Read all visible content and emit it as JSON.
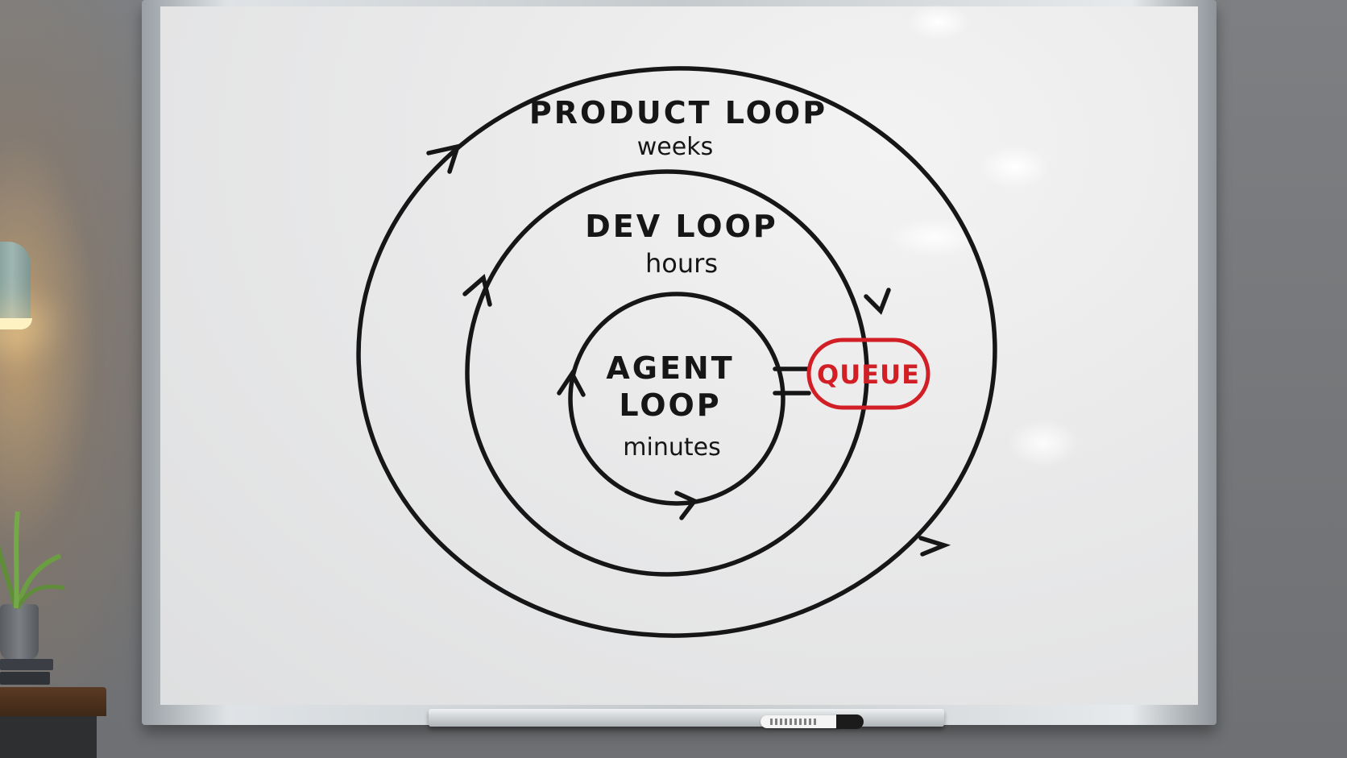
{
  "loops": {
    "product": {
      "title": "PRODUCT LOOP",
      "duration": "weeks"
    },
    "dev": {
      "title": "DEV LOOP",
      "duration": "hours"
    },
    "agent": {
      "title_line1": "AGENT",
      "title_line2": "LOOP",
      "duration": "minutes"
    }
  },
  "queue": {
    "label": "QUEUE"
  },
  "colors": {
    "ink": "#161616",
    "queue_red": "#d21f25",
    "board": "#ececec"
  }
}
